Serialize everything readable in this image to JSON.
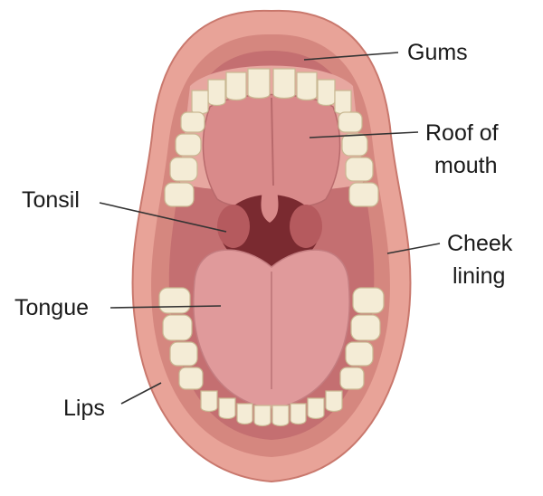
{
  "labels": {
    "gums": "Gums",
    "roof_line1": "Roof of",
    "roof_line2": "mouth",
    "tonsil": "Tonsil",
    "cheek_line1": "Cheek",
    "cheek_line2": "lining",
    "tongue": "Tongue",
    "lips": "Lips"
  },
  "colors": {
    "lips": "#e8a398",
    "lip_shadow": "#c9786d",
    "gum": "#e7a7a0",
    "mouth_interior": "#c46f71",
    "palate": "#d98a8a",
    "throat": "#7a2a30",
    "tongue": "#e09a9b",
    "teeth": "#f4ecd6",
    "leader_line": "#333333"
  }
}
